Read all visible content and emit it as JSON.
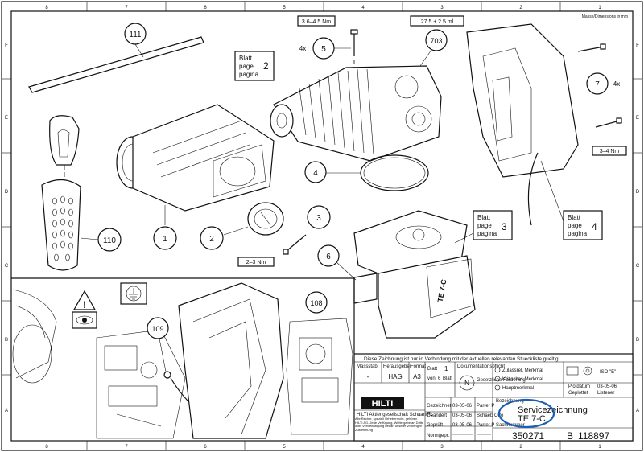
{
  "frame": {
    "top_columns": [
      "8",
      "7",
      "6",
      "5",
      "4",
      "3",
      "2",
      "1"
    ],
    "bottom_columns": [
      "8",
      "7",
      "6",
      "5",
      "4",
      "3",
      "2",
      "1"
    ],
    "rows": [
      "F",
      "E",
      "D",
      "C",
      "B",
      "A"
    ],
    "units_note": "Masse/Dimensions in mm"
  },
  "torques": {
    "screw_5": "3.6–4.5 Nm",
    "screw_7": "3–4 Nm",
    "screw_3": "2–3 Nm",
    "grease_703": "27.5 ± 2.5 ml"
  },
  "callouts": {
    "c111": "111",
    "c5": "5",
    "c5_qty": "4x",
    "c703": "703",
    "c7": "7",
    "c7_qty": "4x",
    "c4": "4",
    "c3": "3",
    "c2": "2",
    "c1": "1",
    "c110": "110",
    "c6": "6",
    "c108": "108",
    "c109": "109"
  },
  "page_refs": {
    "p2": {
      "l1": "Blatt",
      "l2": "page",
      "l3": "pagina",
      "num": "2"
    },
    "p3": {
      "l1": "Blatt",
      "l2": "page",
      "l3": "pagina",
      "num": "3"
    },
    "p4": {
      "l1": "Blatt",
      "l2": "page",
      "l3": "pagina",
      "num": "4"
    }
  },
  "title_block": {
    "notice": "Diese Zeichnung ist nur in Verbindung mit der aktuellen relevanten Stueckliste gueltig!",
    "massstab_label": "Massstab",
    "massstab_value": "-",
    "herausgeber_label": "Herausgeber",
    "herausgeber_value": "HAG",
    "format_label": "Format",
    "format_value": "A3",
    "blatt_label": "Blatt",
    "blatt_value": "1",
    "von_label": "von",
    "von_value": "6",
    "von_suffix": "Blatt",
    "dokpflicht_label": "Dokumentationspflicht",
    "gesetzl_label": "Gesetzliche Forderung",
    "zulassrel_label": "Zulassrel. Merkmal",
    "kritisch_label": "Kritisches Merkmal",
    "haupt_label": "Hauptmerkmal",
    "iso_label": "ISO \"E\"",
    "plotdatum_label": "Plotdatum",
    "plotdatum_value": "03-05-06",
    "geplottet_label": "Geplottet",
    "geplottet_value": "Listener",
    "gezeichnet_label": "Gezeichnet",
    "gezeichnet_date": "03-05-06",
    "gezeichnet_name": "Parrer P",
    "geaendert_label": "Geändert",
    "geaendert_date": "03-05-06",
    "geaendert_name": "Schaeb Otto",
    "geprueft_label": "Geprüft",
    "geprueft_date": "03-05-06",
    "geprueft_name": "Parrer P",
    "normgepr_label": "Normgepr.",
    "company": "HILTI Aktiengesellschaft Schaan/FL",
    "legal": "Alle Rechte, speziell Urheberrecht, gehören HILTI AG. Jede Verfügung, Weitergabe an Dritte oder Vervielfältigung bedarf unserer vorherigen Zustimmung",
    "bezeichnung_label": "Bezeichnung",
    "bezeichnung_value": "Servicezeichnung",
    "model": "TE 7-C",
    "sachnummer_label": "Sachnummer",
    "sachnummer_value": "350271",
    "rev": "B",
    "doc_number": "118897",
    "logo": "HILTI"
  },
  "tool_label": "TE 7-C",
  "colors": {
    "ink": "#111111",
    "highlight": "#1a5fb4",
    "brand": "#111111"
  },
  "icons": [
    "ground-symbol-icon",
    "warning-eye-icon",
    "hilti-logo-icon",
    "triangle-n-icon"
  ]
}
